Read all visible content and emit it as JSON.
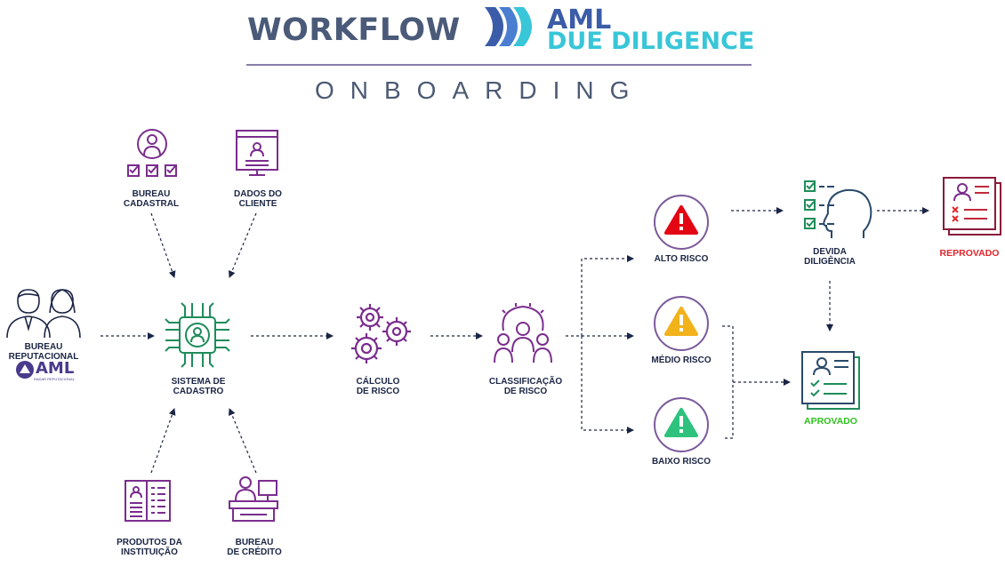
{
  "header": {
    "title": "WORKFLOW",
    "brand_line1": "AML",
    "brand_line2": "DUE DILIGENCE",
    "subtitle": "ONBOARDING"
  },
  "nodes": {
    "bureau_cadastral": {
      "line1": "BUREAU",
      "line2": "CADASTRAL",
      "icon": "user-checklist-icon"
    },
    "dados_cliente": {
      "line1": "DADOS DO",
      "line2": "CLIENTE",
      "icon": "monitor-profile-icon"
    },
    "bureau_reputacional": {
      "line1": "BUREAU",
      "line2": "REPUTACIONAL",
      "logo": "AML",
      "logo_sub": "RADAR REPUTACIONAL",
      "icon": "people-icon"
    },
    "sistema_cadastro": {
      "line1": "SISTEMA DE",
      "line2": "CADASTRO",
      "icon": "circuit-user-icon"
    },
    "calculo_risco": {
      "line1": "CÁLCULO",
      "line2": "DE RISCO",
      "icon": "gears-icon"
    },
    "classificacao_risco": {
      "line1": "CLASSIFICAÇÃO",
      "line2": "DE RISCO",
      "icon": "team-gear-icon"
    },
    "produtos_instituicao": {
      "line1": "PRODUTOS DA",
      "line2": "INSTITUIÇÃO",
      "icon": "catalog-icon"
    },
    "bureau_credito": {
      "line1": "BUREAU",
      "line2": "DE CRÉDITO",
      "icon": "desk-worker-icon"
    },
    "alto_risco": {
      "label": "ALTO RISCO",
      "icon": "red-alert-icon"
    },
    "medio_risco": {
      "label": "MÉDIO RISCO",
      "icon": "yellow-alert-icon"
    },
    "baixo_risco": {
      "label": "BAIXO RISCO",
      "icon": "green-alert-icon"
    },
    "devida_diligencia": {
      "line1": "DEVIDA",
      "line2": "DILIGÊNCIA",
      "icon": "head-checklist-icon"
    },
    "reprovado": {
      "label": "REPROVADO",
      "icon": "rejected-document-icon"
    },
    "aprovado": {
      "label": "APROVADO",
      "icon": "approved-document-icon"
    }
  },
  "colors": {
    "title": "#4a5a78",
    "brand_blue": "#3b5ca8",
    "brand_cyan": "#38c6d8",
    "purple": "#7b2d8e",
    "green": "#1e8c5a",
    "navy": "#1b2544",
    "alert_red": "#e30613",
    "alert_yellow": "#f2b21b",
    "alert_green": "#2ec27e",
    "reprovado": "#e3242b",
    "aprovado": "#2ec21e"
  }
}
